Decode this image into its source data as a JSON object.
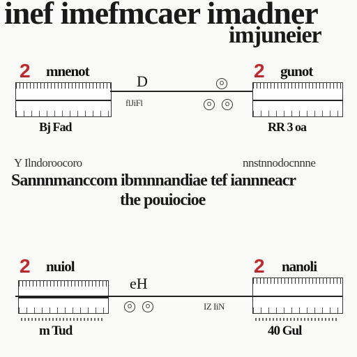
{
  "header": {
    "title_line1": "inef imefmcaer imadner",
    "title_line2": "imjuneier"
  },
  "top_section": {
    "left": {
      "number": "2",
      "label": "mnenot",
      "sub_label": "flJiFl",
      "caption": "Bj Fad"
    },
    "center": {
      "letter": "D",
      "circle_labels": [
        "O",
        "O",
        "O"
      ]
    },
    "right": {
      "number": "2",
      "label": "gunot",
      "caption": "RR 3 oa"
    }
  },
  "middle_section": {
    "left_small": "Y Ilndoroocoro",
    "right_small": "nnstnnodocnnne",
    "line1": "Sannnmanccom ibmnnandiae tef iannneacr",
    "line2": "the pouiocioe"
  },
  "bottom_section": {
    "left": {
      "number": "2",
      "label": "nuiol",
      "caption": "m Tud"
    },
    "center": {
      "letter": "eH",
      "circle_labels": [
        "O",
        "O"
      ],
      "sub_label": "IZ IiN"
    },
    "right": {
      "number": "2",
      "label": "nanoli",
      "caption": "40 Gul"
    }
  }
}
